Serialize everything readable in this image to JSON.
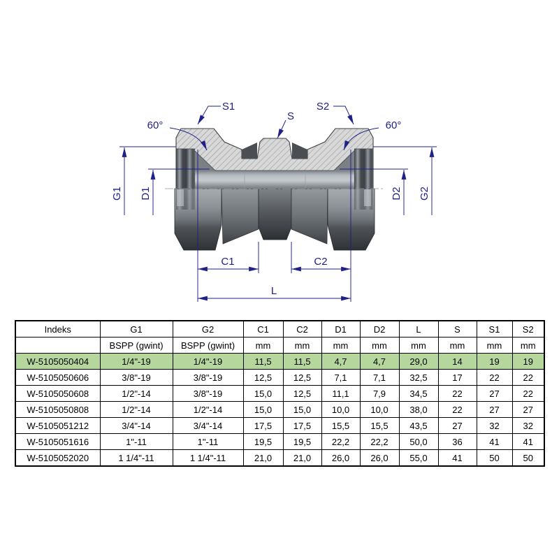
{
  "drawing": {
    "labels": {
      "s1": "S1",
      "s": "S",
      "s2": "S2",
      "angle_left": "60°",
      "angle_right": "60°",
      "g1": "G1",
      "d1": "D1",
      "d2": "D2",
      "g2": "G2",
      "c1": "C1",
      "c2": "C2",
      "l": "L"
    },
    "colors": {
      "dimension": "#1f2088",
      "hatch_fill": "#d8d8d8",
      "hatch_line": "#8f9396"
    }
  },
  "table": {
    "columns": [
      "Indeks",
      "G1",
      "G2",
      "C1",
      "C2",
      "D1",
      "D2",
      "L",
      "S",
      "S1",
      "S2"
    ],
    "units": [
      "",
      "BSPP (gwint)",
      "BSPP (gwint)",
      "mm",
      "mm",
      "mm",
      "mm",
      "mm",
      "mm",
      "mm",
      "mm"
    ],
    "highlight_color": "#b5d79e",
    "rows": [
      {
        "highlight": true,
        "cells": [
          "W-5105050404",
          "1/4\"-19",
          "1/4\"-19",
          "11,5",
          "11,5",
          "4,7",
          "4,7",
          "29,0",
          "14",
          "19",
          "19"
        ]
      },
      {
        "highlight": false,
        "cells": [
          "W-5105050606",
          "3/8\"-19",
          "3/8\"-19",
          "12,5",
          "12,5",
          "7,1",
          "7,1",
          "32,5",
          "17",
          "22",
          "22"
        ]
      },
      {
        "highlight": false,
        "cells": [
          "W-5105050608",
          "1/2\"-14",
          "3/8\"-19",
          "15,0",
          "12,5",
          "11,1",
          "7,9",
          "34,5",
          "22",
          "27",
          "22"
        ]
      },
      {
        "highlight": false,
        "cells": [
          "W-5105050808",
          "1/2\"-14",
          "1/2\"-14",
          "15,0",
          "15,0",
          "10,0",
          "10,0",
          "38,0",
          "22",
          "27",
          "27"
        ]
      },
      {
        "highlight": false,
        "cells": [
          "W-5105051212",
          "3/4\"-14",
          "3/4\"-14",
          "17,5",
          "17,5",
          "15,5",
          "15,5",
          "43,5",
          "27",
          "32",
          "32"
        ]
      },
      {
        "highlight": false,
        "cells": [
          "W-5105051616",
          "1\"-11",
          "1\"-11",
          "19,5",
          "19,5",
          "22,2",
          "22,2",
          "50,0",
          "36",
          "41",
          "41"
        ]
      },
      {
        "highlight": false,
        "cells": [
          "W-5105052020",
          "1 1/4\"-11",
          "1 1/4\"-11",
          "21,0",
          "21,0",
          "26,0",
          "26,0",
          "55,0",
          "41",
          "50",
          "50"
        ]
      }
    ]
  }
}
